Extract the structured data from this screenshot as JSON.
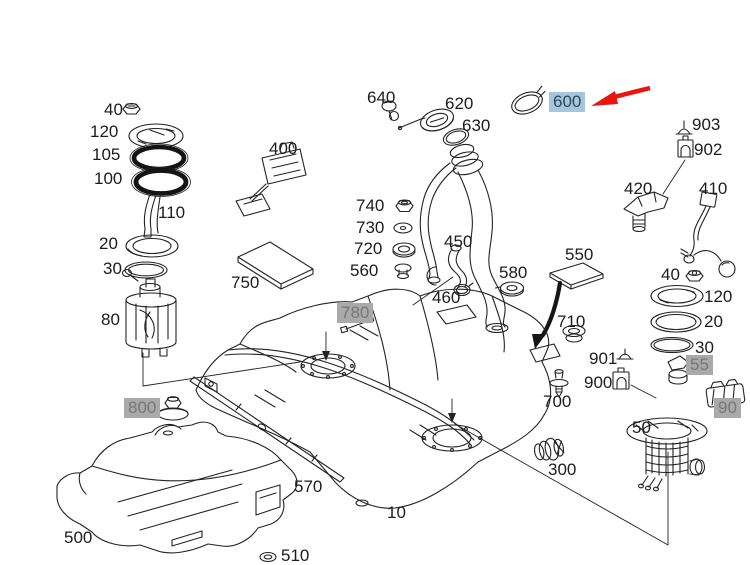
{
  "diagram": {
    "kind": "exploded-parts-diagram",
    "subject": "fuel-tank-assembly",
    "colors": {
      "background": "#ffffff",
      "line_art": "#232323",
      "selected_callout_bg": "#a7c6da",
      "selected_callout_text": "#27495f",
      "dimmed_callout_bg": "#a9a9a9",
      "dimmed_callout_text": "#777777",
      "pointer_arrow_red": "#e9150f",
      "pointer_arrow_black": "#161616"
    },
    "annotations": {
      "red_arrow_points_to": "600",
      "black_arrow_points_to": "tank mounting hole"
    },
    "parts_drawn": [
      "locking-nut",
      "closure-ring",
      "seal-ring",
      "seal-ring",
      "vent-hose",
      "retaining-ring",
      "o-ring",
      "fuel-pump",
      "vent-valve",
      "heat-shield",
      "tension-strap",
      "grommet",
      "spacer-pad",
      "level-sensor",
      "cap-retainer",
      "fuel-filler-cap",
      "filler-seal-ring",
      "hex-nut",
      "washer",
      "grommet",
      "buffer",
      "vent-hose",
      "hose-clamp",
      "clip",
      "grommet",
      "spacer-pad",
      "grommet",
      "screw",
      "rollover-valve",
      "fuel-tank",
      "clamp-ring",
      "pin",
      "connector",
      "pressure-sensor",
      "wiring-harness",
      "locking-nut",
      "closure-ring",
      "retaining-ring",
      "o-ring",
      "pin",
      "connector",
      "fuel-line-elbow",
      "bracket",
      "fuel-level-sender"
    ],
    "callouts": [
      {
        "text": "40",
        "state": "normal"
      },
      {
        "text": "120",
        "state": "normal"
      },
      {
        "text": "105",
        "state": "normal"
      },
      {
        "text": "100",
        "state": "normal"
      },
      {
        "text": "110",
        "state": "normal"
      },
      {
        "text": "20",
        "state": "normal"
      },
      {
        "text": "30",
        "state": "normal"
      },
      {
        "text": "80",
        "state": "normal"
      },
      {
        "text": "800",
        "state": "dimmed"
      },
      {
        "text": "500",
        "state": "normal"
      },
      {
        "text": "570",
        "state": "normal"
      },
      {
        "text": "510",
        "state": "normal"
      },
      {
        "text": "750",
        "state": "normal"
      },
      {
        "text": "400",
        "state": "normal"
      },
      {
        "text": "640",
        "state": "normal"
      },
      {
        "text": "620",
        "state": "normal"
      },
      {
        "text": "630",
        "state": "normal"
      },
      {
        "text": "740",
        "state": "normal"
      },
      {
        "text": "730",
        "state": "normal"
      },
      {
        "text": "720",
        "state": "normal"
      },
      {
        "text": "560",
        "state": "normal"
      },
      {
        "text": "450",
        "state": "normal"
      },
      {
        "text": "460",
        "state": "normal"
      },
      {
        "text": "780",
        "state": "dimmed"
      },
      {
        "text": "580",
        "state": "normal"
      },
      {
        "text": "550",
        "state": "normal"
      },
      {
        "text": "710",
        "state": "normal"
      },
      {
        "text": "700",
        "state": "normal"
      },
      {
        "text": "300",
        "state": "normal"
      },
      {
        "text": "10",
        "state": "normal"
      },
      {
        "text": "600",
        "state": "selected"
      },
      {
        "text": "903",
        "state": "normal"
      },
      {
        "text": "902",
        "state": "normal"
      },
      {
        "text": "420",
        "state": "normal"
      },
      {
        "text": "410",
        "state": "normal"
      },
      {
        "text": "40",
        "state": "normal"
      },
      {
        "text": "120",
        "state": "normal"
      },
      {
        "text": "20",
        "state": "normal"
      },
      {
        "text": "30",
        "state": "normal"
      },
      {
        "text": "901",
        "state": "normal"
      },
      {
        "text": "900",
        "state": "normal"
      },
      {
        "text": "55",
        "state": "dimmed"
      },
      {
        "text": "90",
        "state": "dimmed"
      },
      {
        "text": "50",
        "state": "normal"
      }
    ]
  }
}
